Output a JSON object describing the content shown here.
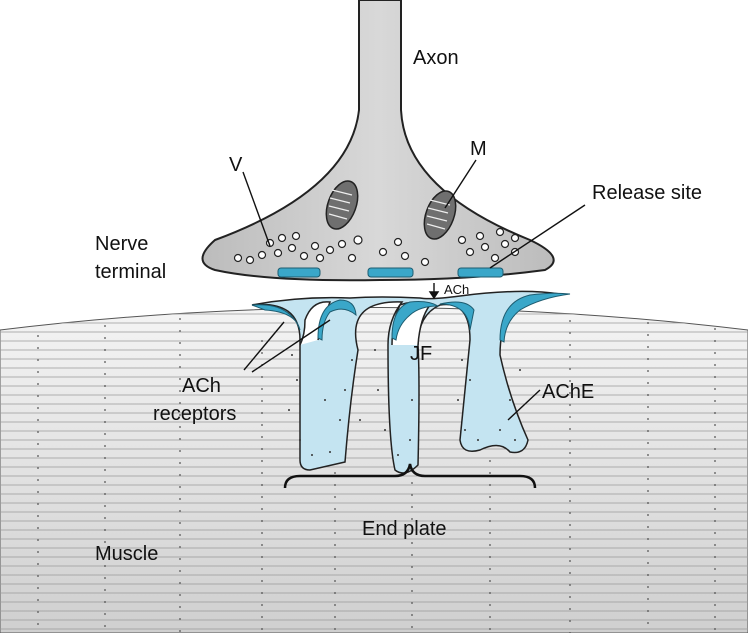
{
  "labels": {
    "axon": "Axon",
    "v": "V",
    "m": "M",
    "release_site": "Release site",
    "nerve_terminal_line1": "Nerve",
    "nerve_terminal_line2": "terminal",
    "ach": "ACh",
    "jf": "JF",
    "ach_receptors_line1": "ACh",
    "ach_receptors_line2": "receptors",
    "ache": "AChE",
    "end_plate": "End plate",
    "muscle": "Muscle"
  },
  "colors": {
    "neuron_fill": "#c9c9c9",
    "receptor_blue": "#3aa7c9",
    "cleft_blue": "#c4e4f1",
    "muscle_light": "#ededed",
    "muscle_dark": "#d6d6d6",
    "outline": "#222222"
  }
}
